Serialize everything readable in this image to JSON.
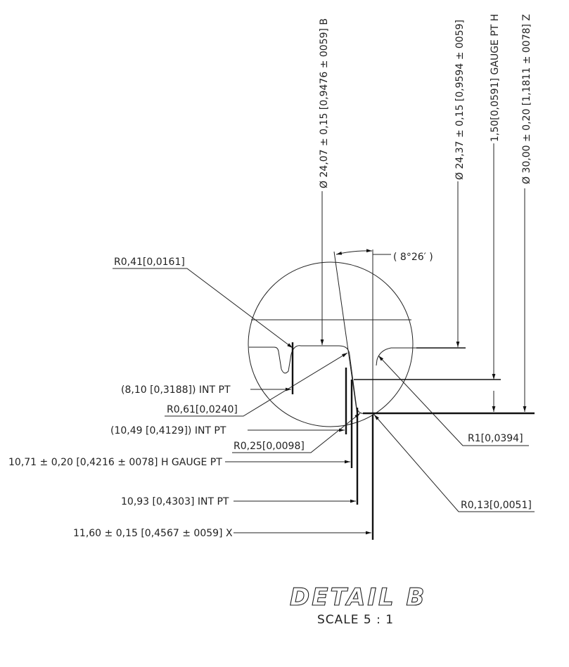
{
  "view": {
    "title": "DETAIL B",
    "scale": "SCALE 5 : 1"
  },
  "vertical_dimensions": {
    "dia_b": "Ø 24,07 ± 0,15 [0,9476 ± 0059] B",
    "dia_2437": "Ø 24,37 ± 0,15 [0,9594 ± 0059]",
    "gauge_h": "1,50[0,0591] GAUGE PT H",
    "dia_z": "Ø 30,00 ± 0,20 [1,1811 ± 0078] Z"
  },
  "angle_label": "( 8°26′ )",
  "callouts": {
    "r041": "R0,41[0,0161]",
    "int_810": "(8,10 [0,3188]) INT PT",
    "r061": "R0,61[0,0240]",
    "int_1049": "(10,49 [0,4129]) INT PT",
    "r025": "R0,25[0,0098]",
    "gauge_1071": "10,71 ± 0,20 [0,4216 ± 0078] H GAUGE PT",
    "int_1093": "10,93 [0,4303] INT PT",
    "x_1160": "11,60 ± 0,15 [0,4567 ± 0059] X",
    "r1": "R1[0,0394]",
    "r013": "R0,13[0,0051]"
  }
}
